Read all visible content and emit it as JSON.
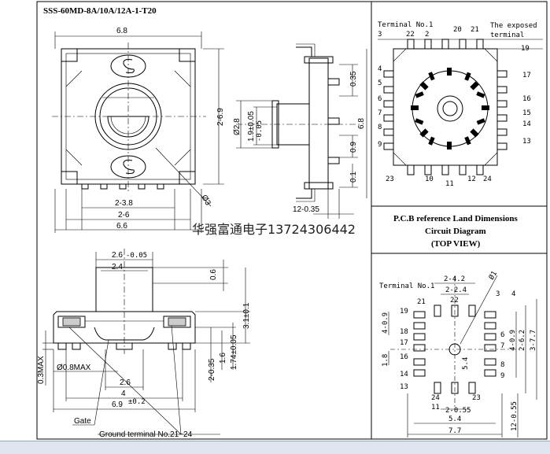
{
  "title": "SSS-60MD-8A/10A/12A-1-T20",
  "front": {
    "dim_top": "6.8",
    "dim_right": "2-6.9",
    "dim_b1": "2-3.8",
    "dim_b2": "2-6",
    "dim_b3": "6.6",
    "phi": "Ø3"
  },
  "side": {
    "d1": "0.35",
    "d2": "Ø2.8",
    "d3": "1.9±0.05",
    "d4": "6.8",
    "d5": "0.9",
    "d6": "0.1",
    "d7": "12-0.35",
    "tol": "-0.05"
  },
  "watermark": "华强富通电子13724306442",
  "bottom": {
    "d1": "2.6",
    "d2": "2.4",
    "t1": "-0.05",
    "d3": "0.6",
    "d4": "3.1±0.1",
    "d5": "0.3MAX",
    "d6": "Ø0.8MAX",
    "d7": "2-0.35",
    "d8": "1.6",
    "d9": "1.74±0.05",
    "d10": "2.6",
    "d11": "4",
    "d12": "6.9",
    "t2": "±0.2",
    "gate": "Gate",
    "ground": "Ground terminal No.21~24"
  },
  "tr": {
    "terminal1": "Terminal No.1",
    "exposed1": "The exposed",
    "exposed2": "terminal",
    "pins": [
      "3",
      "22",
      "2",
      "20",
      "21",
      "19",
      "4",
      "17",
      "5",
      "6",
      "16",
      "7",
      "15",
      "8",
      "14",
      "9",
      "13",
      "23",
      "10",
      "11",
      "12",
      "24"
    ]
  },
  "pcb_title": [
    "P.C.B reference Land Dimensions",
    "Circuit Diagram",
    "(TOP VIEW)"
  ],
  "br": {
    "terminal1": "Terminal No.1",
    "d1": "2-4.2",
    "d2": "2-2.4",
    "phi": "Ø1",
    "d3": "4-0.9",
    "d4": "1.8",
    "d5": "5.4",
    "d6": "2-0.55",
    "d7": "5.4",
    "d8": "7.7",
    "d9": "4-0.9",
    "d10": "2-6.2",
    "d11": "3-7.7",
    "d12": "12-0.55",
    "pins": [
      "21",
      "22",
      "3",
      "4",
      "19",
      "18",
      "17",
      "16",
      "14",
      "13",
      "6",
      "7",
      "8",
      "9",
      "24",
      "11",
      "23"
    ]
  }
}
